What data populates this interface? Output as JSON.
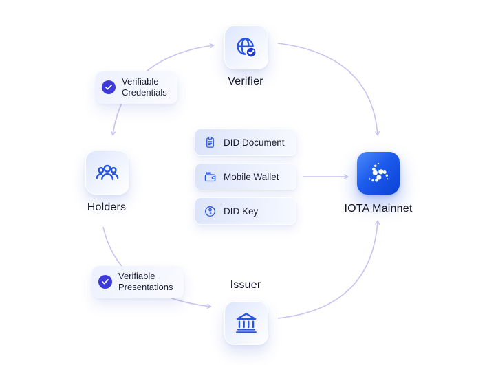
{
  "diagram": {
    "nodes": {
      "verifier": {
        "label": "Verifier"
      },
      "holders": {
        "label": "Holders"
      },
      "issuer": {
        "label": "Issuer"
      },
      "mainnet": {
        "label": "IOTA Mainnet"
      }
    },
    "badges": {
      "credentials": {
        "line1": "Verifiable",
        "line2": "Credentials"
      },
      "presentations": {
        "line1": "Verifiable",
        "line2": "Presentations"
      }
    },
    "chips": [
      {
        "label": "DID Document",
        "icon": "document-icon"
      },
      {
        "label": "Mobile Wallet",
        "icon": "wallet-icon"
      },
      {
        "label": "DID Key",
        "icon": "key-icon"
      }
    ],
    "icons": {
      "verifier": "globe-check-icon",
      "holders": "people-group-icon",
      "issuer": "bank-icon",
      "mainnet": "iota-logo-icon",
      "badge": "check-circle-icon"
    },
    "colors": {
      "accent_blue": "#2453e6",
      "badge_disc": "#3d3ad9",
      "arrow": "#c8c2f0",
      "mainnet_blue": "#1c5bec",
      "label_dark": "#14162a"
    }
  }
}
